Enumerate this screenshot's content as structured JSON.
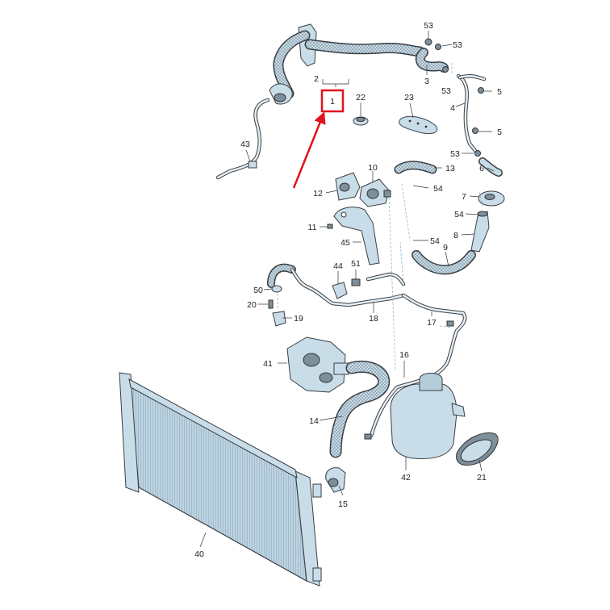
{
  "callouts": [
    {
      "id": "c1",
      "text": "1"
    },
    {
      "id": "c2",
      "text": "2"
    },
    {
      "id": "c3",
      "text": "3"
    },
    {
      "id": "c4",
      "text": "4"
    },
    {
      "id": "c5a",
      "text": "5"
    },
    {
      "id": "c5b",
      "text": "5"
    },
    {
      "id": "c6",
      "text": "6"
    },
    {
      "id": "c7",
      "text": "7"
    },
    {
      "id": "c8",
      "text": "8"
    },
    {
      "id": "c9",
      "text": "9"
    },
    {
      "id": "c10",
      "text": "10"
    },
    {
      "id": "c11",
      "text": "11"
    },
    {
      "id": "c12",
      "text": "12"
    },
    {
      "id": "c13",
      "text": "13"
    },
    {
      "id": "c14",
      "text": "14"
    },
    {
      "id": "c15",
      "text": "15"
    },
    {
      "id": "c16",
      "text": "16"
    },
    {
      "id": "c17",
      "text": "17"
    },
    {
      "id": "c18",
      "text": "18"
    },
    {
      "id": "c19",
      "text": "19"
    },
    {
      "id": "c20",
      "text": "20"
    },
    {
      "id": "c21",
      "text": "21"
    },
    {
      "id": "c22",
      "text": "22"
    },
    {
      "id": "c23",
      "text": "23"
    },
    {
      "id": "c40",
      "text": "40"
    },
    {
      "id": "c41",
      "text": "41"
    },
    {
      "id": "c42",
      "text": "42"
    },
    {
      "id": "c43",
      "text": "43"
    },
    {
      "id": "c44",
      "text": "44"
    },
    {
      "id": "c45",
      "text": "45"
    },
    {
      "id": "c50",
      "text": "50"
    },
    {
      "id": "c51",
      "text": "51"
    },
    {
      "id": "c53a",
      "text": "53"
    },
    {
      "id": "c53b",
      "text": "53"
    },
    {
      "id": "c53c",
      "text": "53"
    },
    {
      "id": "c53d",
      "text": "53"
    },
    {
      "id": "c54a",
      "text": "54"
    },
    {
      "id": "c54b",
      "text": "54"
    },
    {
      "id": "c54c",
      "text": "54"
    }
  ],
  "highlight": {
    "target": "1",
    "box_color": "#e0141e",
    "arrow_color": "#e0141e"
  },
  "colors": {
    "part_fill": "#c9dde9",
    "outline": "#3a3f44",
    "dashed_leader": "#8fb3c9",
    "background": "#ffffff"
  }
}
